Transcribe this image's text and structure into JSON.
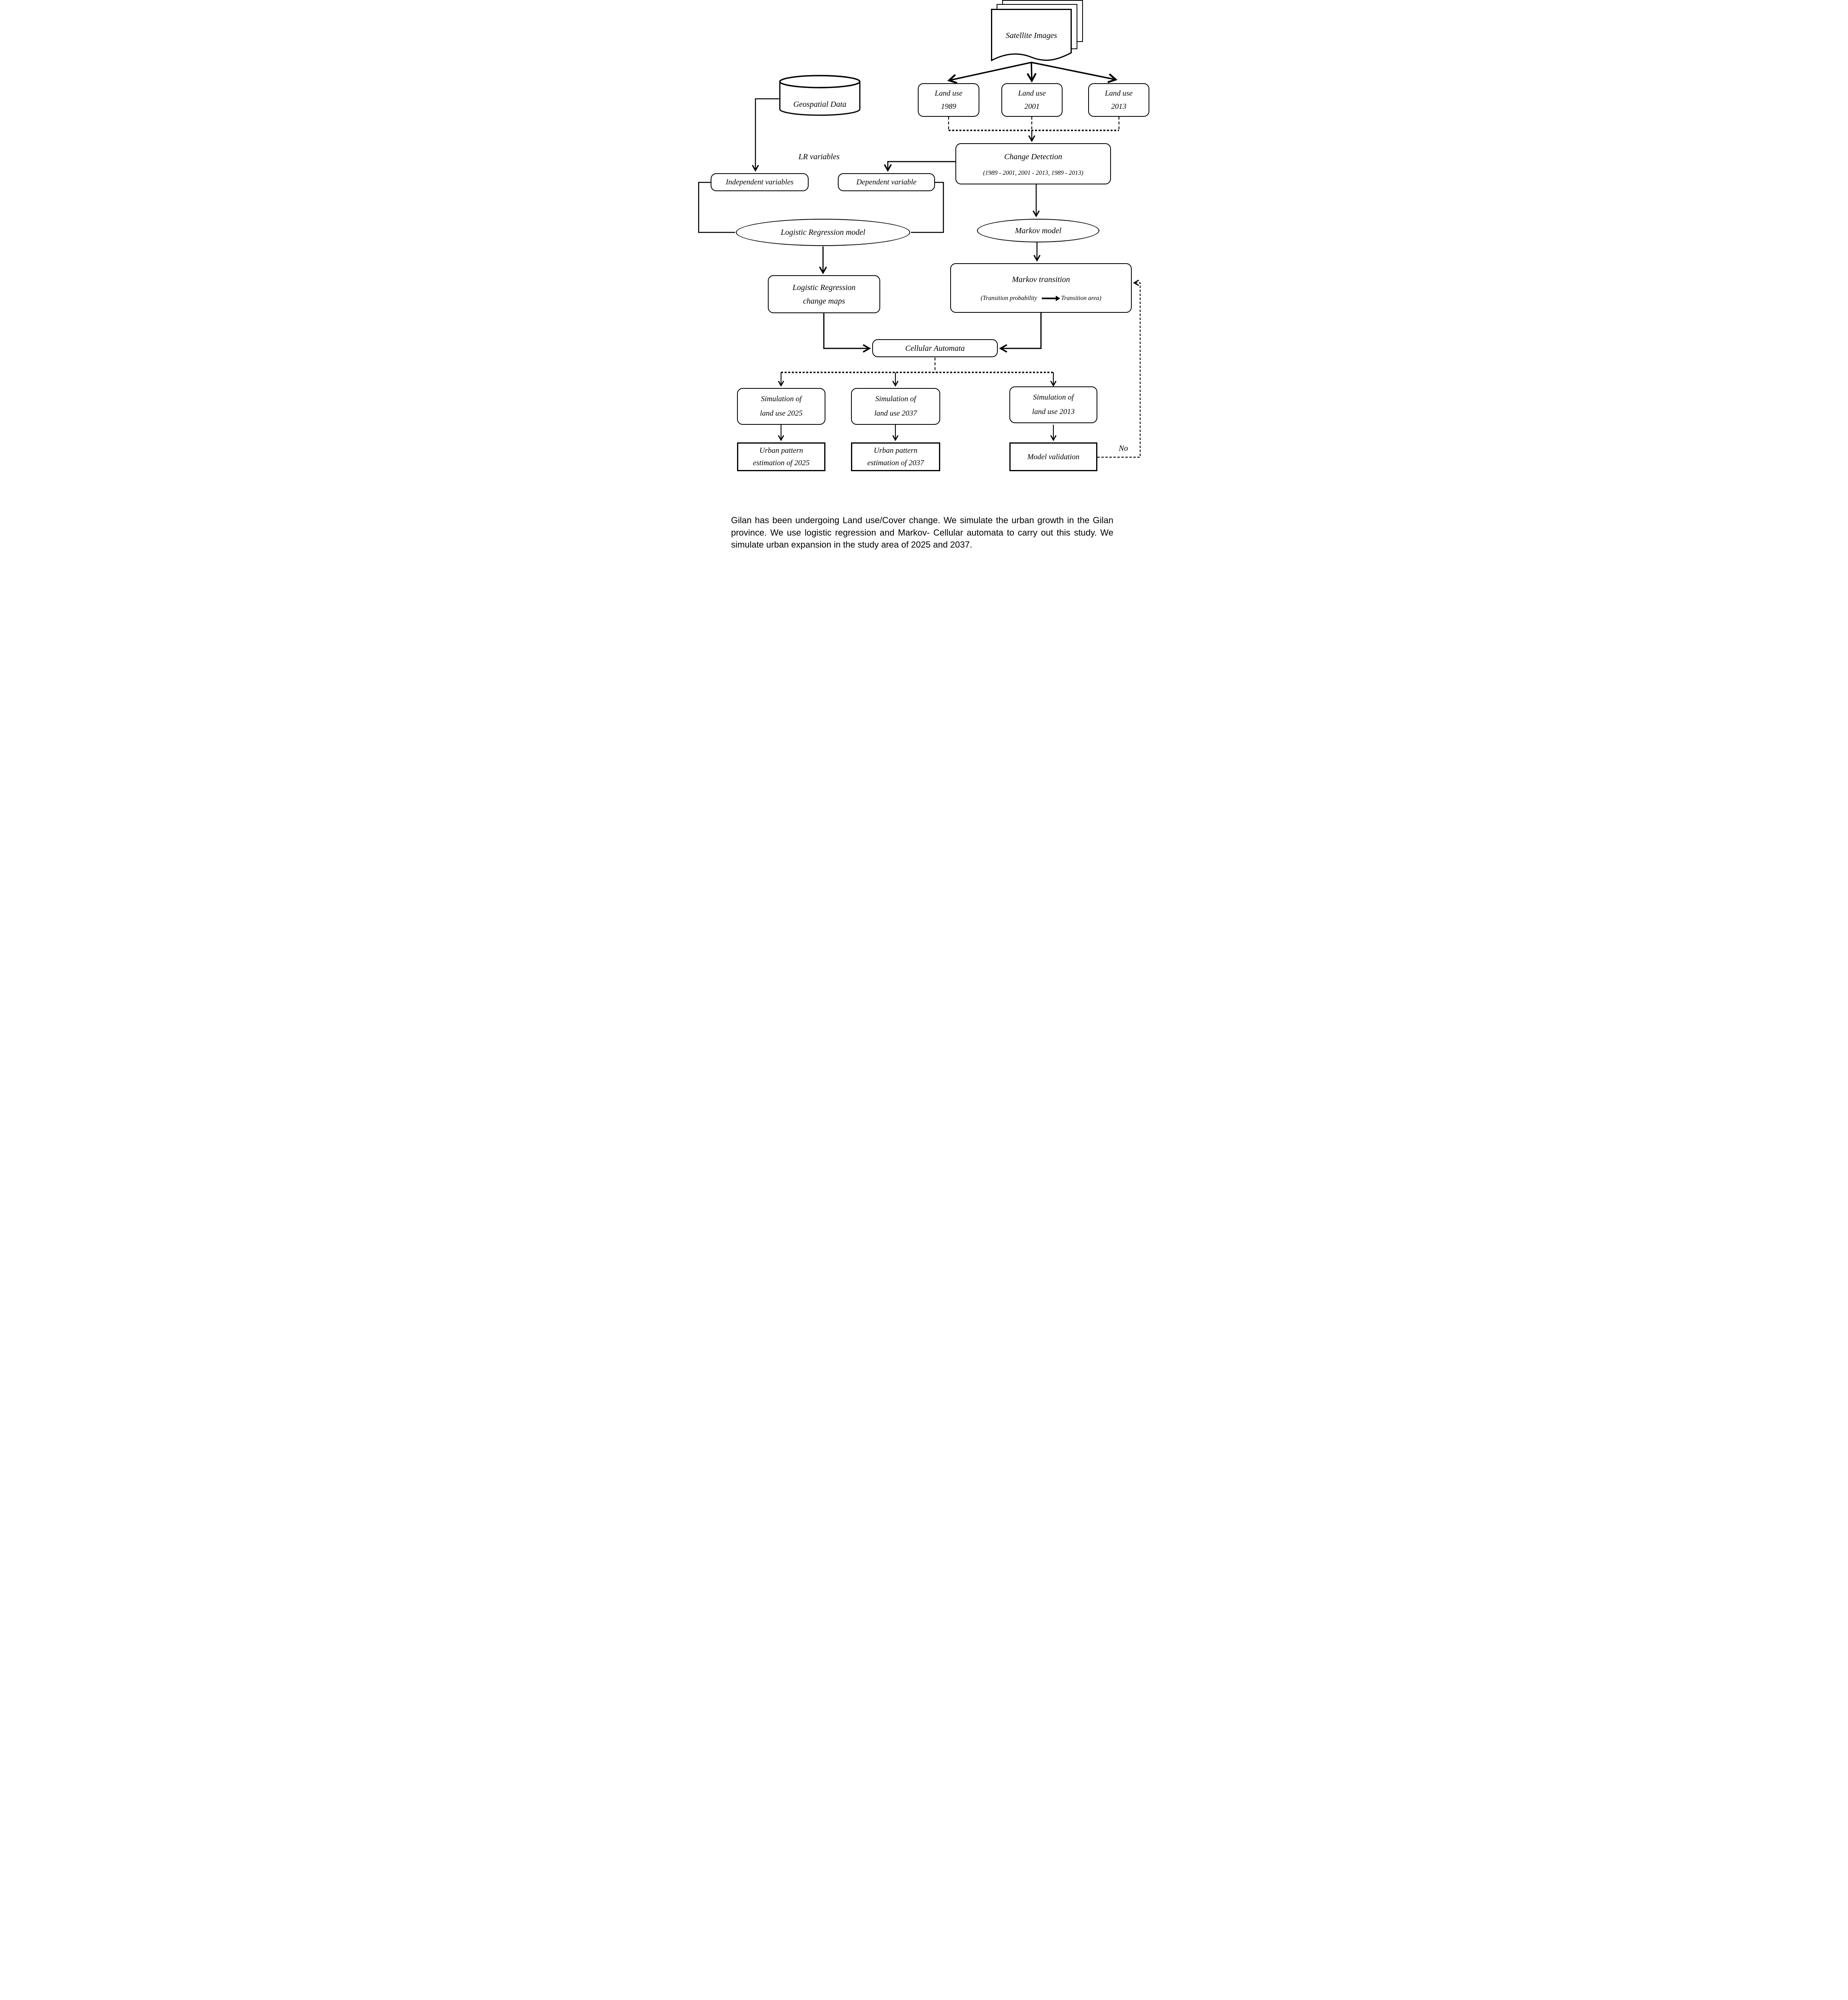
{
  "nodes": {
    "satellite_images": {
      "label": "Satellite Images"
    },
    "geospatial_data": {
      "label": "Geospatial Data"
    },
    "land_use_1989": {
      "line1": "Land use",
      "line2": "1989"
    },
    "land_use_2001": {
      "line1": "Land use",
      "line2": "2001"
    },
    "land_use_2013": {
      "line1": "Land use",
      "line2": "2013"
    },
    "change_detection": {
      "title": "Change Detection",
      "subtitle": "(1989 - 2001, 2001 - 2013, 1989 - 2013)"
    },
    "independent_variables": {
      "label": "Independent variables"
    },
    "dependent_variable": {
      "label": "Dependent variable"
    },
    "logistic_regression_model": {
      "label": "Logistic Regression model"
    },
    "markov_model": {
      "label": "Markov model"
    },
    "markov_transition": {
      "title": "Markov transition",
      "sub_left": "(Transition probability",
      "sub_right": "Transition area)"
    },
    "logistic_regression_change_maps": {
      "line1": "Logistic Regression",
      "line2": "change maps"
    },
    "cellular_automata": {
      "label": "Cellular Automata"
    },
    "simulation_2025": {
      "line1": "Simulation of",
      "line2": "land use 2025"
    },
    "simulation_2037": {
      "line1": "Simulation of",
      "line2": "land use 2037"
    },
    "simulation_2013": {
      "line1": "Simulation of",
      "line2": "land use 2013"
    },
    "urban_2025": {
      "line1": "Urban pattern",
      "line2": "estimation of 2025"
    },
    "urban_2037": {
      "line1": "Urban pattern",
      "line2": "estimation of 2037"
    },
    "model_validation": {
      "label": "Model validation"
    }
  },
  "labels": {
    "lr_variables": "LR variables",
    "no": "No"
  },
  "caption": "Gilan has been undergoing Land use/Cover change. We simulate the urban growth in the Gilan province. We use logistic regression and Markov- Cellular automata to carry out this study. We simulate urban expansion in the study area of 2025 and 2037.",
  "colors": {
    "ink": "#000000",
    "background": "#ffffff"
  }
}
